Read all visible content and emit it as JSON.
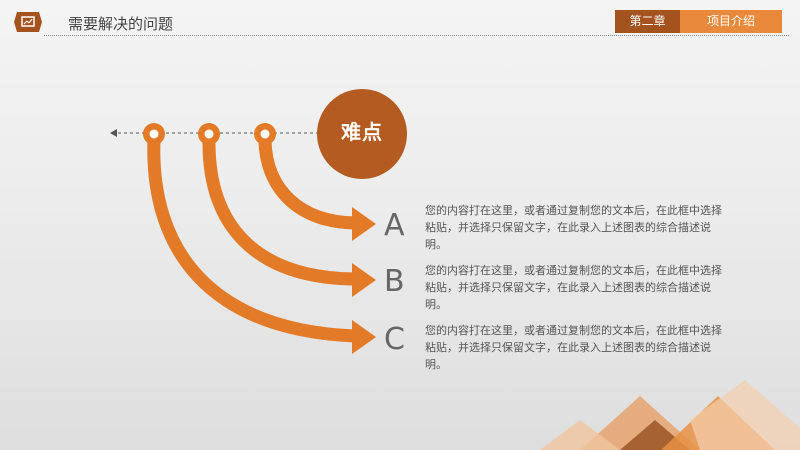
{
  "header": {
    "title": "需要解决的问题",
    "chapter": "第二章",
    "section": "项目介绍"
  },
  "diagram": {
    "badge": "难点",
    "items": [
      {
        "letter": "A",
        "text": "您的内容打在这里，或者通过复制您的文本后，在此框中选择粘贴，并选择只保留文字，在此录入上述图表的综合描述说明。"
      },
      {
        "letter": "B",
        "text": "您的内容打在这里，或者通过复制您的文本后，在此框中选择粘贴，并选择只保留文字，在此录入上述图表的综合描述说明。"
      },
      {
        "letter": "C",
        "text": "您的内容打在这里，或者通过复制您的文本后，在此框中选择粘贴，并选择只保留文字，在此录入上述图表的综合描述说明。"
      }
    ]
  },
  "colors": {
    "accent": "#e27a27",
    "dark_accent": "#a4531f",
    "badge": "#b45b22"
  }
}
